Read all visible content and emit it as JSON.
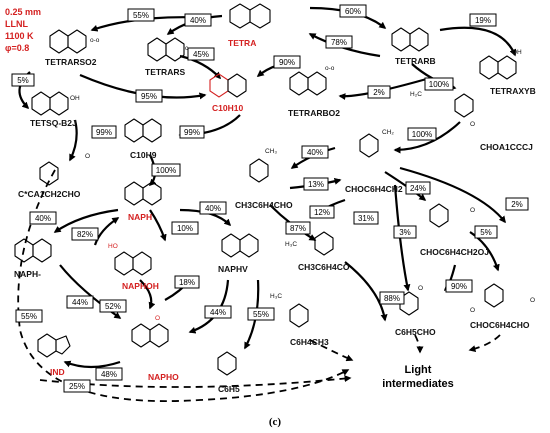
{
  "conditions": [
    "0.25 mm",
    "LLNL",
    "1100 K",
    "φ=0.8"
  ],
  "species": {
    "tetra": "TETRA",
    "tetrars": "TETRARS",
    "tetrarb": "TETRARB",
    "tetraxyb": "TETRAXYB",
    "tetrarso2": "TETRARSO2",
    "tetrarbo2": "TETRARBO2",
    "c10h10": "C10H10",
    "tetsq": "TETSQ-B2J",
    "c10h9": "C10H9",
    "choa1cccj": "CHOA1CCCJ",
    "ca1ch2cho": "C*CA1CH2CHO",
    "naph": "NAPH",
    "naphm": "NAPH-",
    "naphoh": "NAPHOH",
    "naphv": "NAPHV",
    "napho": "NAPHO",
    "ind": "IND",
    "c6h5": "C6H5",
    "ch3c6h4cho": "CH3C6H4CHO",
    "chocoh4ch2": "CHOC6H4CH2",
    "ch3c6h4co": "CH3C6H4CO",
    "chocoh4ch2oj": "CHOC6H4CH2OJ",
    "c6h5cho": "C6H5CHO",
    "c6h4ch3": "C6H4CH3",
    "choc6h4cho": "CHOC6H4CHO"
  },
  "pathways": {
    "p55": "55%",
    "p40a": "40%",
    "p45": "45%",
    "p60": "60%",
    "p78": "78%",
    "p19": "19%",
    "p5a": "5%",
    "p90a": "90%",
    "p95": "95%",
    "p2a": "2%",
    "p100a": "100%",
    "p99a": "99%",
    "p99b": "99%",
    "p100b": "100%",
    "p100c": "100%",
    "p40b": "40%",
    "p40c": "40%",
    "p40d": "40%",
    "p13": "13%",
    "p24": "24%",
    "p2b": "2%",
    "p82": "82%",
    "p10": "10%",
    "p12": "12%",
    "p31": "31%",
    "p87": "87%",
    "p5b": "5%",
    "p3": "3%",
    "p18": "18%",
    "p44a": "44%",
    "p52": "52%",
    "p44b": "44%",
    "p55b": "55%",
    "p55c": "55%",
    "p88": "88%",
    "p90b": "90%",
    "p48": "48%",
    "p25": "25%"
  },
  "light": [
    "Light",
    "intermediates"
  ],
  "caption": "(c)"
}
